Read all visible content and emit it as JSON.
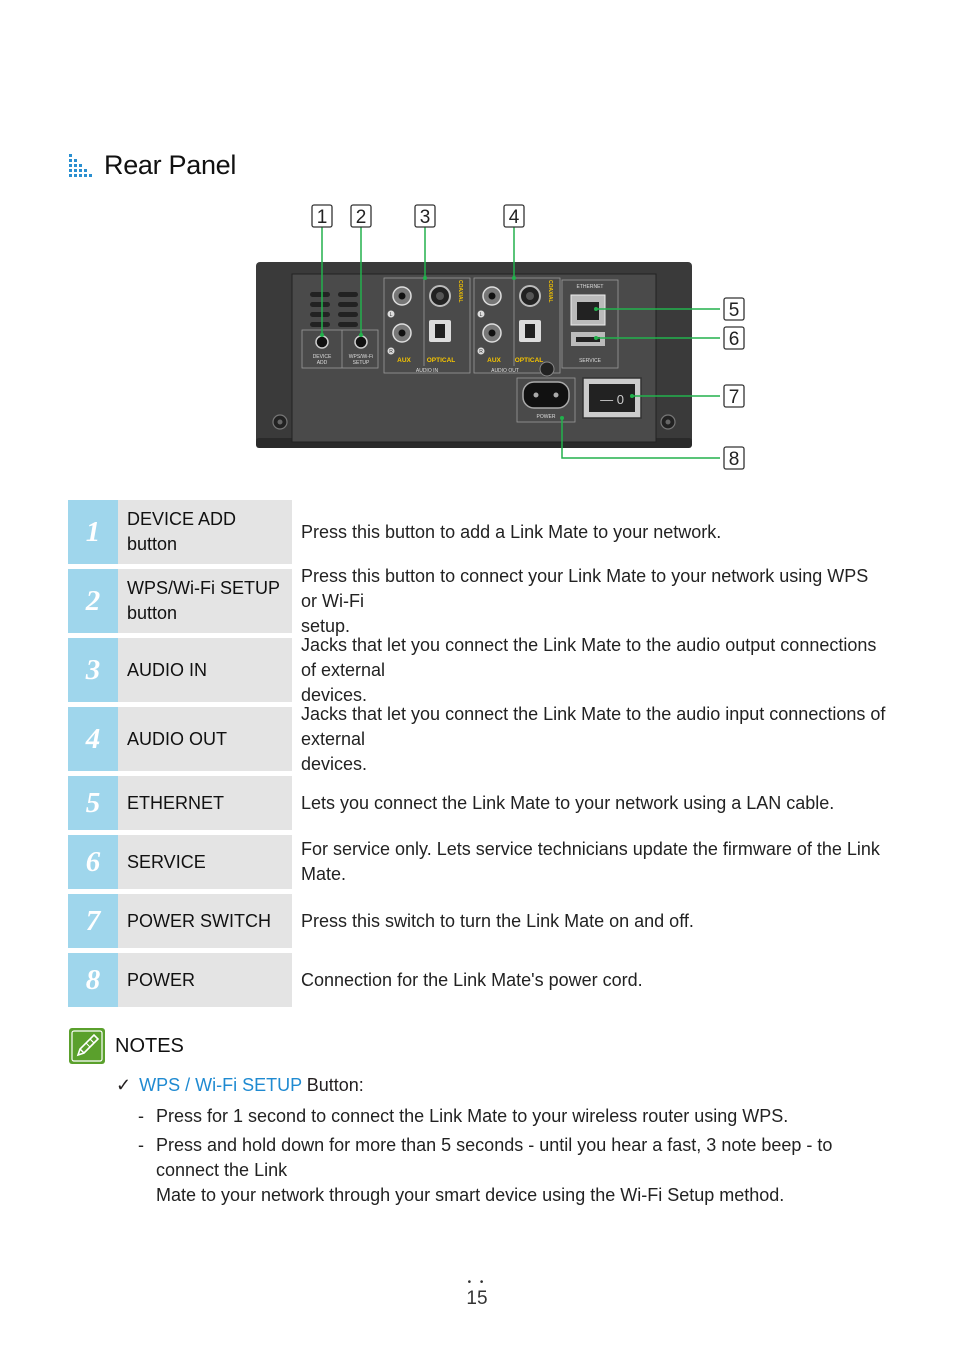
{
  "heading": {
    "title": "Rear Panel"
  },
  "diagram": {
    "callouts": [
      "1",
      "2",
      "3",
      "4",
      "5",
      "6",
      "7",
      "8"
    ],
    "panel_labels": {
      "device_add": [
        "DEVICE",
        "ADD"
      ],
      "wps_setup": [
        "WPS/Wi-Fi",
        "SETUP"
      ],
      "coaxial": "COAXIAL",
      "aux": "AUX",
      "optical": "OPTICAL",
      "audio_in": "AUDIO IN",
      "audio_out": "AUDIO OUT",
      "ethernet": "ETHERNET",
      "service": "SERVICE",
      "power": "POWER",
      "switch_label": "— 0",
      "l": "L",
      "r": "R"
    }
  },
  "table": {
    "rows": [
      {
        "num": "1",
        "name": "DEVICE ADD button",
        "name_lines": [
          "DEVICE ADD",
          "button"
        ],
        "desc_lines": [
          "Press this button to add a Link Mate to your network."
        ]
      },
      {
        "num": "2",
        "name": "WPS/Wi-Fi SETUP button",
        "name_lines": [
          "WPS/Wi-Fi SETUP",
          "button"
        ],
        "desc_lines": [
          "Press this button to connect your Link Mate to your network using WPS or Wi-Fi",
          "setup."
        ]
      },
      {
        "num": "3",
        "name": "AUDIO IN",
        "name_lines": [
          "AUDIO IN"
        ],
        "desc_lines": [
          "Jacks that let you connect the Link Mate to the audio output connections of external",
          "devices."
        ]
      },
      {
        "num": "4",
        "name": "AUDIO OUT",
        "name_lines": [
          "AUDIO OUT"
        ],
        "desc_lines": [
          "Jacks that let you connect the Link Mate to the audio input connections of external",
          "devices."
        ]
      },
      {
        "num": "5",
        "name": "ETHERNET",
        "name_lines": [
          "ETHERNET"
        ],
        "desc_lines": [
          "Lets you connect the Link Mate to your network using a LAN cable."
        ]
      },
      {
        "num": "6",
        "name": "SERVICE",
        "name_lines": [
          "SERVICE"
        ],
        "desc_lines": [
          "For service only. Lets service technicians update the firmware of the Link Mate."
        ]
      },
      {
        "num": "7",
        "name": "POWER SWITCH",
        "name_lines": [
          "POWER SWITCH"
        ],
        "desc_lines": [
          "Press this switch to turn the Link Mate on and off."
        ]
      },
      {
        "num": "8",
        "name": "POWER",
        "name_lines": [
          "POWER"
        ],
        "desc_lines": [
          "Connection for the Link Mate's power cord."
        ]
      }
    ]
  },
  "notes": {
    "title": "NOTES",
    "check_mark": "✓",
    "highlight": "WPS / Wi-Fi SETUP",
    "suffix": " Button:",
    "items": [
      {
        "dash": "-",
        "lines": [
          "Press for 1 second to connect the Link Mate to your wireless router using WPS."
        ]
      },
      {
        "dash": "-",
        "lines": [
          "Press and hold down for more than 5 seconds - until you hear a fast, 3 note beep - to connect the Link",
          "Mate to your network through your smart device using the Wi-Fi Setup method."
        ]
      }
    ]
  },
  "page": {
    "number": "15",
    "dots": "• •"
  },
  "colors": {
    "accent_blue": "#1f8ad1",
    "number_cell": "#9fd6ec",
    "name_cell": "#e4e4e4",
    "callout_line": "#22b14c",
    "notes_icon": "#5aa02c"
  }
}
